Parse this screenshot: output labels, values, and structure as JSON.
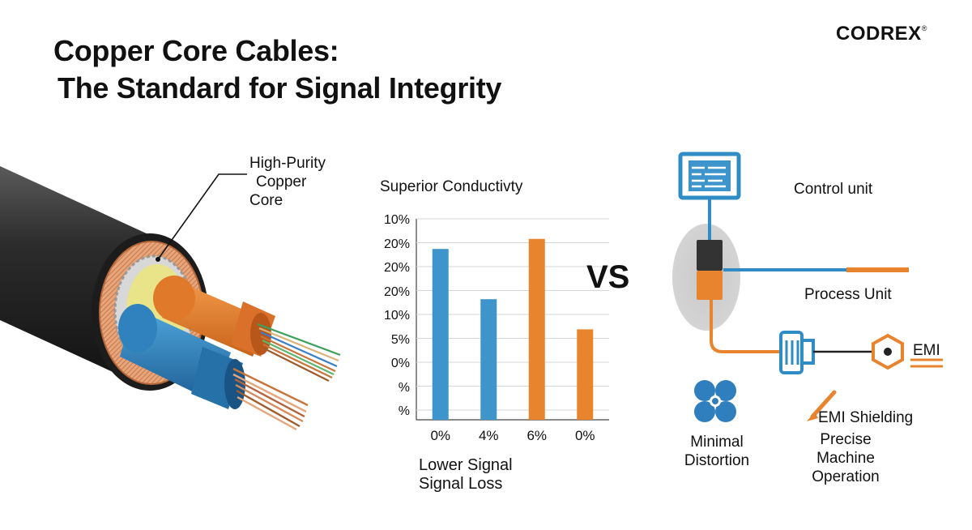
{
  "header": {
    "title_line1": "Copper Core Cables:",
    "title_line2": "The Standard for Signal Integrity",
    "brand": "CODREX",
    "brand_mark": "®"
  },
  "cable": {
    "label_lines": [
      "High-Purity",
      "Copper",
      "Core"
    ]
  },
  "chart_data": {
    "type": "bar",
    "title": "Superior Conductivty",
    "y_tick_labels": [
      "10%",
      "20%",
      "20%",
      "20%",
      "10%",
      "5%",
      "0%",
      "%",
      "%"
    ],
    "categories": [
      "0%",
      "4%",
      "6%",
      "0%"
    ],
    "values": [
      6.8,
      4.8,
      7.2,
      3.6
    ],
    "value_scale": [
      0,
      8
    ],
    "bar_colors": [
      "#3d95cc",
      "#3d95cc",
      "#e9842e",
      "#e9842e"
    ],
    "xlabel_lines": [
      "Lower Signal",
      "Signal Loss"
    ],
    "grid": true
  },
  "vs_label": "VS",
  "diagram": {
    "control_unit": "Control unit",
    "process_unit": "Process Unit",
    "emi": "EMI",
    "emi_shielding": "EMI Shielding",
    "minimal_distortion": [
      "Minimal",
      "Distortion"
    ],
    "precise_operation": [
      "Precise",
      "Machine",
      "Operation"
    ],
    "colors": {
      "blue": "#2f8cc4",
      "orange": "#e9842e",
      "dark": "#222222"
    }
  }
}
